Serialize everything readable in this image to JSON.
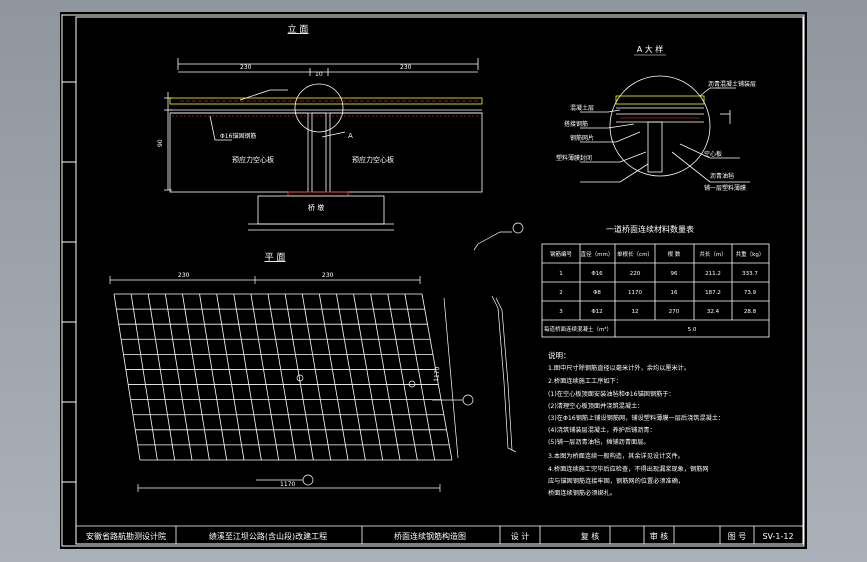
{
  "drawing": {
    "elevation_title": "立 面",
    "detail_title": "A 大 样",
    "plan_title": "平 面",
    "table_title": "一道桥面连续材料数量表",
    "labels": {
      "pier": "桥 墩",
      "hollow_slab_left": "预应力空心板",
      "hollow_slab_right": "预应力空心板",
      "anchor_rebar": "Φ16锚固钢筋",
      "detail_a": "A",
      "det_asphalt": "沥青混凝土铺装层",
      "det_concrete": "混凝土层",
      "det_lapped": "搭接钢筋",
      "det_wire_mesh": "钢筋网片",
      "det_hollow_slab": "空心板",
      "det_seal": "塑料薄膜封闭",
      "det_asphalt_felt": "沥青油毡",
      "det_glue_layer": "铺一层塑料薄膜"
    },
    "notes_title": "说明：",
    "notes": [
      "1.图中尺寸除钢筋直径以毫米计外，余均以厘米计。",
      "2.桥面连续施工工序如下：",
      "  (1)在空心板顶面安装油毡和Φ16锚固钢筋于：",
      "  (2)清理空心板顶面并浇筑混凝土：",
      "  (3)在Φ16钢筋上铺设钢筋网，铺设塑料薄膜一层后浇筑混凝土：",
      "  (4)浇筑铺装层混凝土，养护后铺沥青：",
      "  (5)铺一层沥青油毡，摊铺沥青面层。",
      "3.本图为桥面连续一般构造，其余详见设计文件。",
      "4.桥面连续施工完毕后应检查，不得出现漏浆现象，钢筋网",
      "  应与锚固钢筋连接牢固，钢筋网的位置必须准确，",
      "  桥面连续钢筋必须绑扎。"
    ]
  },
  "table": {
    "headers": [
      "钢筋编号",
      "直径（mm）",
      "单根长（cm）",
      "根 数",
      "共长（m）",
      "共重（kg）"
    ],
    "rows": [
      [
        "1",
        "Φ16",
        "220",
        "96",
        "211.2",
        "333.7"
      ],
      [
        "2",
        "Φ8",
        "1170",
        "16",
        "187.2",
        "73.9"
      ],
      [
        "3",
        "Φ12",
        "12",
        "270",
        "32.4",
        "28.8"
      ]
    ],
    "footer_label": "每道桥面连续混凝土（m³）",
    "footer_value": "5.0"
  },
  "title_block": {
    "company": "安徽省路航勘测设计院",
    "project": "绩溪至江坝公路(含山段)改建工程",
    "drawing_name": "桥面连续钢筋构造图",
    "design_label": "设 计",
    "review_label": "复 核",
    "audit_label": "审 核",
    "sheet_no_label": "图 号",
    "sheet_no": "SV-1-12"
  },
  "colors": {
    "line": "#ffffff",
    "accent_yellow": "#ffff00",
    "accent_red": "#ff3030",
    "accent_cyan": "#00ffff",
    "background": "#000000"
  }
}
